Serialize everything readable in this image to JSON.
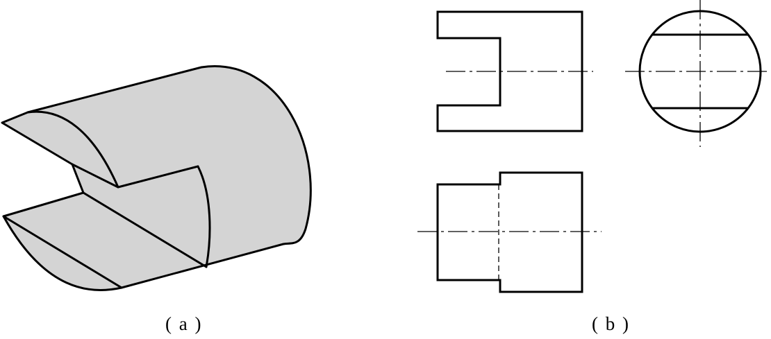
{
  "captions": {
    "a": "( a )",
    "b": "( b )"
  },
  "colors": {
    "line": "#000000",
    "fill": "#d4d4d4",
    "background": "#ffffff"
  },
  "panels": {
    "a": {
      "kind": "isometric-view",
      "subject": "slotted-cylinder"
    },
    "b": {
      "views": [
        "front-view",
        "side-view",
        "top-view"
      ]
    }
  }
}
